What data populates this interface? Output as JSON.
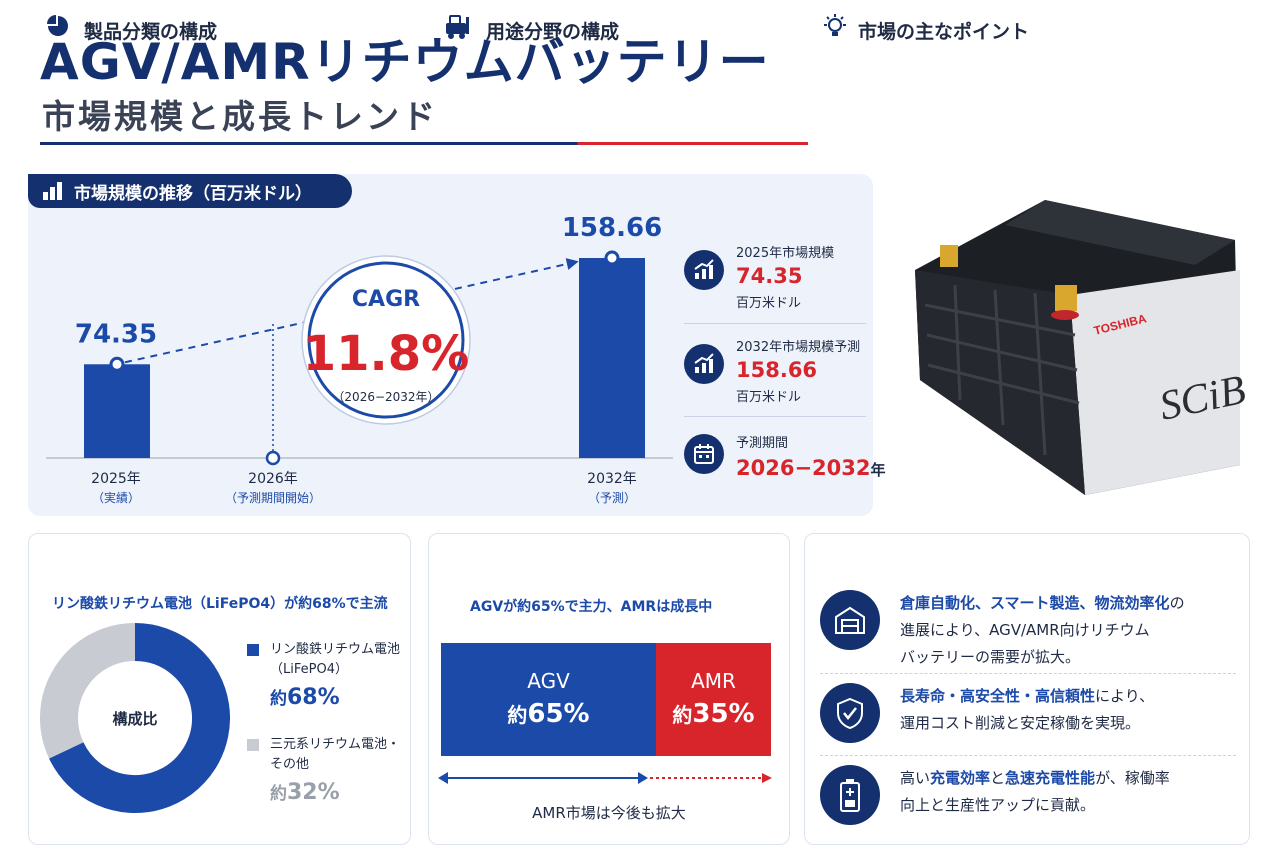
{
  "header": {
    "title": "AGV/AMRリチウムバッテリー",
    "subtitle": "市場規模と成長トレンド"
  },
  "chart_data": {
    "type": "bar",
    "title": "市場規模の推移（百万米ドル）",
    "categories": [
      "2025年",
      "2026年",
      "2032年"
    ],
    "category_notes": [
      "（実績）",
      "（予測期間開始）",
      "（予測）"
    ],
    "values": [
      74.35,
      null,
      158.66
    ],
    "value_labels": [
      "74.35",
      "158.66"
    ],
    "colors": {
      "bar": "#1c4aa8",
      "accent": "#d8252c",
      "navy": "#14306e"
    },
    "cagr": {
      "label": "CAGR",
      "value": "11.8%",
      "period": "（2026−2032年）"
    }
  },
  "side": {
    "items": [
      {
        "icon": "growth-chart-icon",
        "label": "2025年市場規模",
        "value": "74.35",
        "unit": "百万米ドル"
      },
      {
        "icon": "growth-chart-icon",
        "label": "2032年市場規模予測",
        "value": "158.66",
        "unit": "百万米ドル"
      },
      {
        "icon": "calendar-icon",
        "label": "予測期間",
        "value": "2026−2032",
        "unit": "年"
      }
    ]
  },
  "photo": {
    "brand": "TOSHIBA",
    "model": "SCiB"
  },
  "product": {
    "title": "製品分類の構成",
    "subtitle": "リン酸鉄リチウム電池（LiFePO4）が約68%で主流",
    "center_label": "構成比",
    "donut": {
      "type": "pie",
      "slices": [
        {
          "value": 68,
          "color": "#1c4aa8"
        },
        {
          "value": 32,
          "color": "#c8cbd1"
        }
      ]
    },
    "legend": [
      {
        "name_line1": "リン酸鉄リチウム電池",
        "name_line2": "（LiFePO4）",
        "pct_prefix": "約",
        "pct": "68%",
        "color": "#1c4aa8"
      },
      {
        "name_line1": "三元系リチウム電池・",
        "name_line2": "その他",
        "pct_prefix": "約",
        "pct": "32%",
        "color": "#c8cbd1"
      }
    ]
  },
  "application": {
    "title": "用途分野の構成",
    "subtitle": "AGVが約65%で主力、AMRは成長中",
    "bars": [
      {
        "name": "AGV",
        "pct_prefix": "約",
        "pct": "65%",
        "value": 65
      },
      {
        "name": "AMR",
        "pct_prefix": "約",
        "pct": "35%",
        "value": 35
      }
    ],
    "footnote": "AMR市場は今後も拡大"
  },
  "points": {
    "title": "市場の主なポイント",
    "items": [
      {
        "icon": "warehouse-icon",
        "highlight": "倉庫自動化、スマート製造、物流効率化",
        "text1": "の",
        "text2": "進展により、AGV/AMR向けリチウム",
        "text3": "バッテリーの需要が拡大。"
      },
      {
        "icon": "shield-check-icon",
        "highlight": "長寿命・高安全性・高信頼性",
        "text1": "により、",
        "text2": "運用コスト削減と安定稼働を実現。"
      },
      {
        "icon": "battery-icon",
        "pre": "高い",
        "highlight": "充電効率",
        "mid": "と",
        "highlight2": "急速充電性能",
        "text1": "が、稼働率",
        "text2": "向上と生産性アップに貢献。"
      }
    ]
  }
}
